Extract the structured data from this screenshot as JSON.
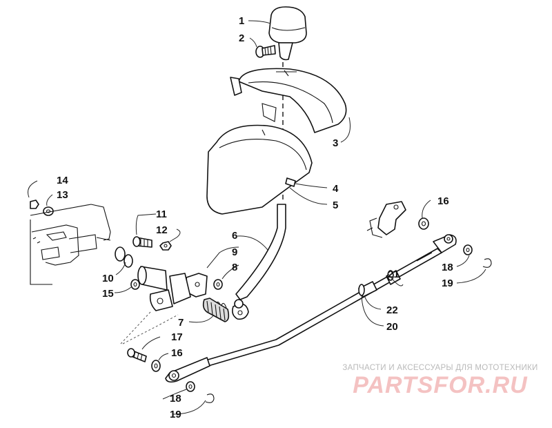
{
  "callouts": {
    "c1": "1",
    "c2": "2",
    "c3": "3",
    "c4": "4",
    "c5": "5",
    "c6": "6",
    "c7": "7",
    "c8": "8",
    "c9": "9",
    "c10": "10",
    "c11": "11",
    "c12": "12",
    "c13": "13",
    "c14": "14",
    "c15": "15",
    "c16a": "16",
    "c16b": "16",
    "c17": "17",
    "c18a": "18",
    "c18b": "18",
    "c19a": "19",
    "c19b": "19",
    "c20": "20",
    "c21": "21",
    "c22": "22"
  },
  "watermark": {
    "caption": "ЗАПЧАСТИ И АКСЕССУАРЫ ДЛЯ МОТОТЕХНИКИ",
    "logo": "PARTSFOR.RU"
  },
  "colors": {
    "line": "#111111",
    "watermark_caption": "#b9b9b9",
    "watermark_logo": "#f4c2c2"
  }
}
